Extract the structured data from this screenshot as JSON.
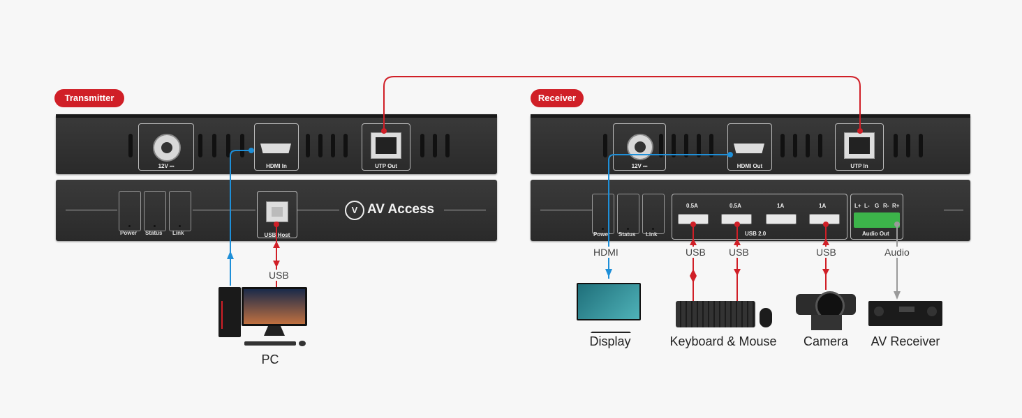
{
  "transmitter": {
    "badge": "Transmitter",
    "ports": {
      "power": "12V ⎓",
      "hdmi": "HDMI In",
      "utp": "UTP Out",
      "usb": "USB Host"
    },
    "leds": [
      "Power",
      "Status",
      "Link"
    ],
    "brand": "AV Access"
  },
  "receiver": {
    "badge": "Receiver",
    "ports": {
      "power": "12V ⎓",
      "hdmi": "HDMI Out",
      "utp": "UTP In",
      "usb_group": "USB 2.0",
      "audio": "Audio Out"
    },
    "leds": [
      "Power",
      "Status",
      "Link"
    ],
    "usb_currents": [
      "0.5A",
      "0.5A",
      "1A",
      "1A"
    ],
    "audio_pins": [
      "L+",
      "L-",
      "G",
      "R-",
      "R+"
    ]
  },
  "wires": {
    "pc_usb": "USB",
    "hdmi": "HDMI",
    "usb1": "USB",
    "usb2": "USB",
    "usb3": "USB",
    "audio": "Audio"
  },
  "devices": {
    "pc": "PC",
    "display": "Display",
    "keyboard_mouse": "Keyboard & Mouse",
    "camera": "Camera",
    "av_receiver": "AV Receiver"
  },
  "colors": {
    "usb_red": "#d01f27",
    "hdmi_blue": "#1e8fd8",
    "audio_gray": "#9a9a9a"
  }
}
